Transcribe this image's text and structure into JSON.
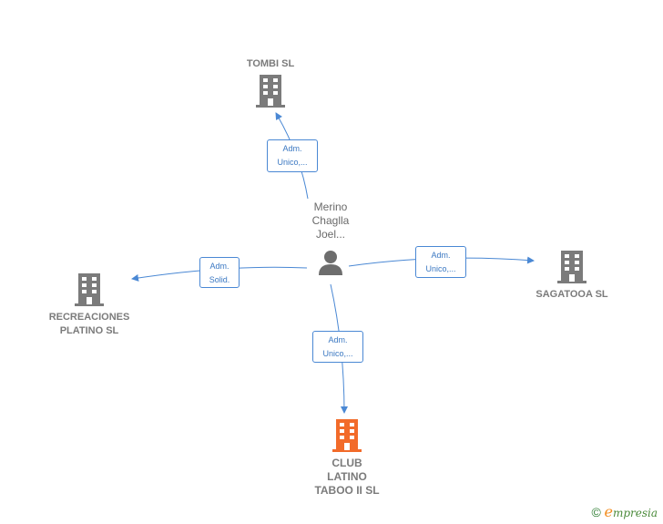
{
  "center": {
    "label": "Merino\nChaglla\nJoel..."
  },
  "companies": [
    {
      "id": "tombi",
      "label": "TOMBI SL"
    },
    {
      "id": "recreaciones",
      "label": "RECREACIONES\nPLATINO  SL"
    },
    {
      "id": "sagatooa",
      "label": "SAGATOOA  SL"
    },
    {
      "id": "club",
      "label": "CLUB\nLATINO\nTABOO II  SL"
    }
  ],
  "relations": [
    {
      "to": "tombi",
      "label": "Adm.\nUnico,..."
    },
    {
      "to": "recreaciones",
      "label": "Adm.\nSolid."
    },
    {
      "to": "sagatooa",
      "label": "Adm.\nUnico,..."
    },
    {
      "to": "club",
      "label": "Adm.\nUnico,..."
    }
  ],
  "colors": {
    "edge": "#4a88d4",
    "building": "#7b7b7b",
    "focus_building": "#f26b2a",
    "person": "#6d6d6d"
  },
  "footer": {
    "copyright": "©",
    "brand_first": "e",
    "brand_rest": "mpresia"
  }
}
